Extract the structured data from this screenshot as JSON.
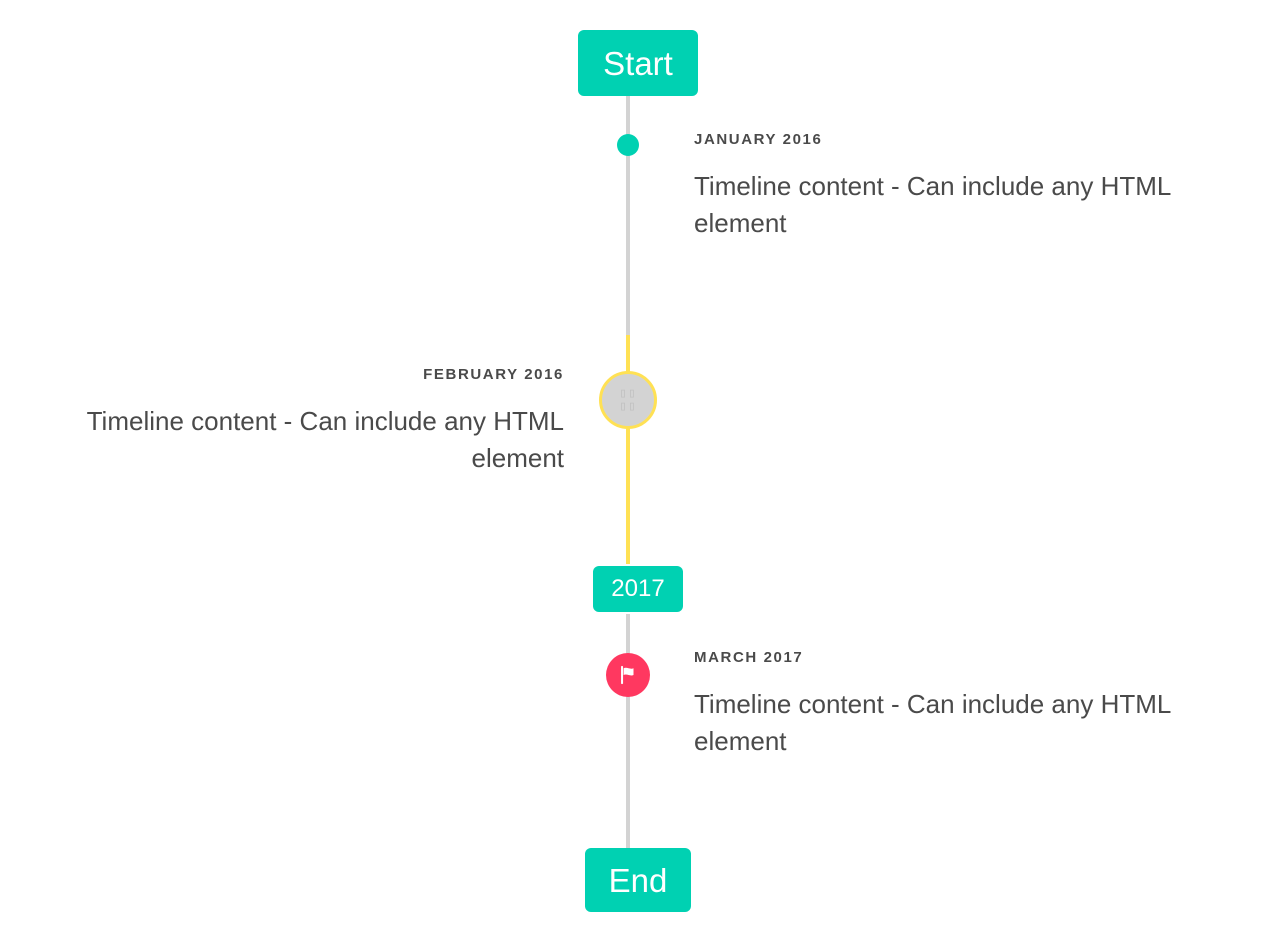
{
  "timeline": {
    "colors": {
      "primary": "#00d1b2",
      "warning": "#ffe154",
      "danger": "#ff3860",
      "rail": "#d3d3d3",
      "text": "#4a4a4a",
      "marker_broken_fill": "#d3d3d3"
    },
    "header_badge": {
      "label": "Start"
    },
    "middle_badge": {
      "label": "2017"
    },
    "footer_badge": {
      "label": "End"
    },
    "items": [
      {
        "heading": "JANUARY 2016",
        "body": "Timeline content - Can include any HTML element",
        "side": "right",
        "marker": "dot-icon",
        "marker_color": "#00d1b2"
      },
      {
        "heading": "FEBRUARY 2016",
        "body": "Timeline content - Can include any HTML element",
        "side": "left",
        "marker": "broken-image-icon",
        "marker_glyph": "▯▯\n▯▯",
        "marker_color": "#ffe154"
      },
      {
        "heading": "MARCH 2017",
        "body": "Timeline content - Can include any HTML element",
        "side": "right",
        "marker": "flag-icon",
        "marker_color": "#ff3860"
      }
    ]
  }
}
